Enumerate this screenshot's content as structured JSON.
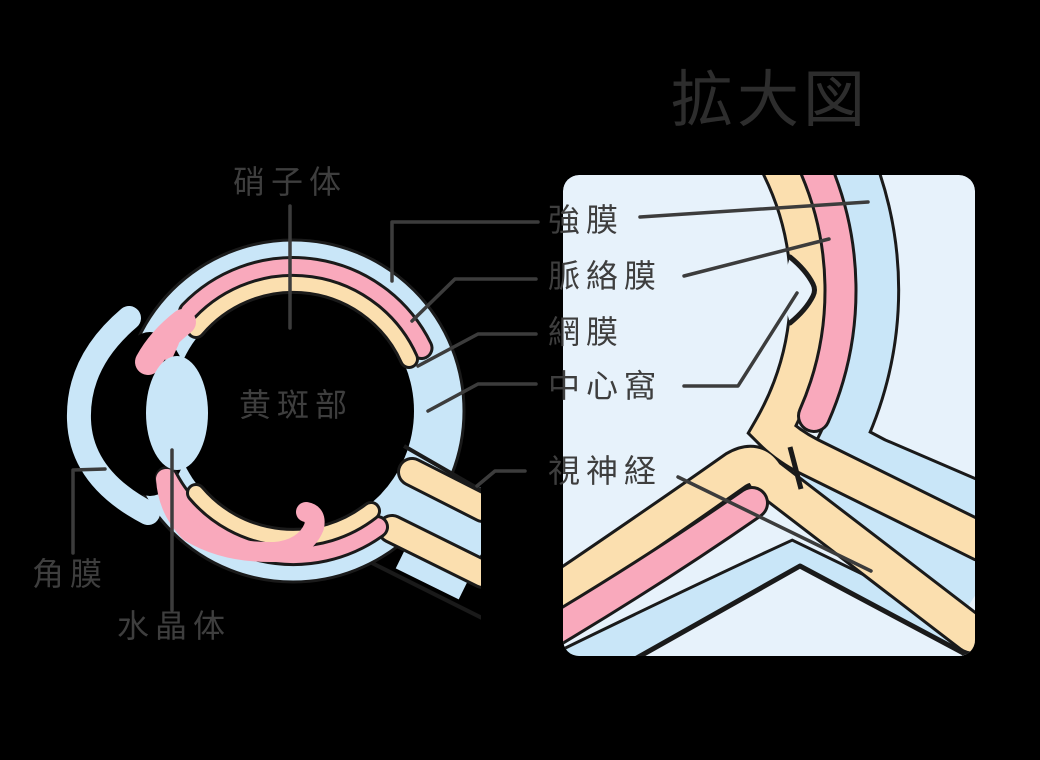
{
  "title": "拡大図",
  "eye_labels": {
    "vitreous": "硝子体",
    "macula": "黄斑部",
    "cornea": "角膜",
    "lens": "水晶体"
  },
  "layer_labels": {
    "sclera": "強膜",
    "choroid": "脈絡膜",
    "retina": "網膜",
    "fovea": "中心窩",
    "optic_nerve": "視神経"
  },
  "colors": {
    "background": "#000000",
    "sclera_blue": "#C9E6F8",
    "choroid_pink": "#F9A9BC",
    "retina_cream": "#FBDFAF",
    "panel_background": "#E7F2FB",
    "outline": "#1A1A1A",
    "leader_line": "#3C3C3C",
    "label_text": "#3E3E3E",
    "title_text": "#2D2D2D"
  }
}
